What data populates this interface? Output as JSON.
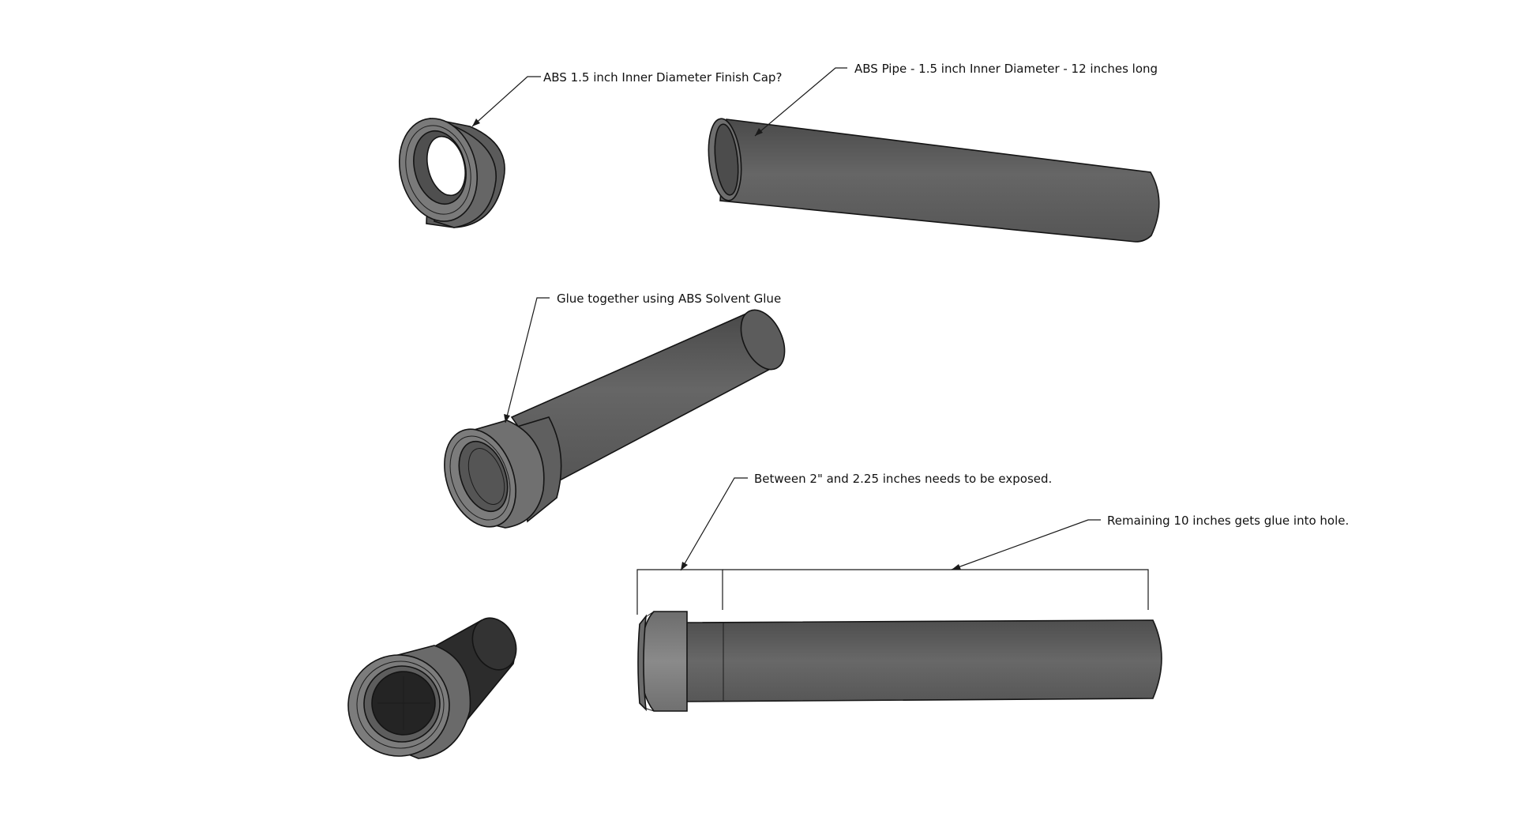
{
  "callouts": {
    "finish_cap": "ABS 1.5 inch Inner Diameter Finish Cap?",
    "pipe": "ABS Pipe - 1.5 inch Inner Diameter - 12 inches long",
    "glue": "Glue together using ABS Solvent Glue",
    "exposed": "Between 2\" and 2.25 inches needs to be exposed.",
    "remaining": "Remaining 10 inches gets glue into hole."
  },
  "colors": {
    "background": "#ffffff",
    "pipe_body": "#5d5d5d",
    "cap_ring": "#7c7c7c",
    "inner_dark": "#2a2a2a",
    "edge": "#141414"
  }
}
